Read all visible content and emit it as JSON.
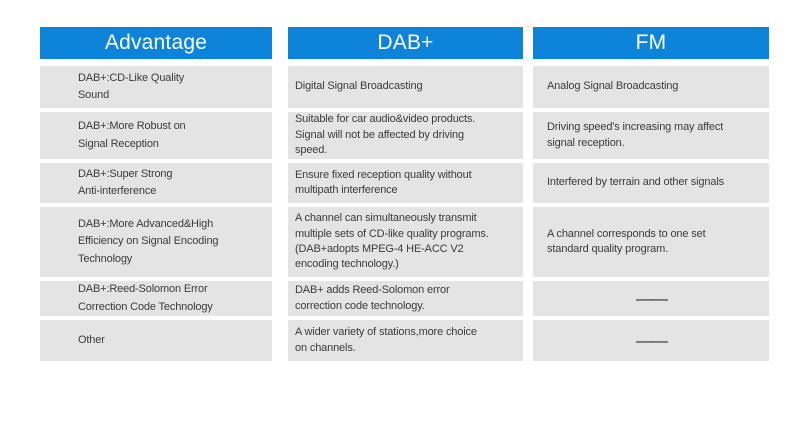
{
  "theme": {
    "header_bg": "#0d84da",
    "header_text": "#ffffff",
    "cell_bg": "#e4e4e4",
    "body_text": "#3b3b3b",
    "page_bg": "#ffffff"
  },
  "table": {
    "columns": [
      {
        "id": "advantage",
        "header": "Advantage",
        "cells": [
          "DAB+:CD-Like Quality\nSound",
          "DAB+:More Robust on\nSignal Reception",
          "DAB+:Super Strong\nAnti-interference",
          "DAB+:More Advanced&High\nEfficiency on Signal Encoding\nTechnology",
          "DAB+:Reed-Solomon Error\nCorrection Code Technology",
          "Other"
        ]
      },
      {
        "id": "dab",
        "header": "DAB+",
        "cells": [
          "Digital Signal Broadcasting",
          "Suitable for car audio&video products.\nSignal will not be affected by driving\nspeed.",
          "Ensure fixed reception quality without\nmultipath interference",
          "A channel can simultaneously transmit\nmultiple sets of CD-like quality programs.\n(DAB+adopts MPEG-4 HE-ACC V2\nencoding technology.)",
          "DAB+ adds Reed-Solomon error\ncorrection code technology.",
          "A wider variety of stations,more choice\non channels."
        ]
      },
      {
        "id": "fm",
        "header": "FM",
        "cells": [
          "Analog Signal Broadcasting",
          "Driving speed's increasing may affect\nsignal reception.",
          "Interfered by terrain and other signals",
          "A channel corresponds to one set\nstandard quality program.",
          "——",
          "——"
        ]
      }
    ]
  }
}
